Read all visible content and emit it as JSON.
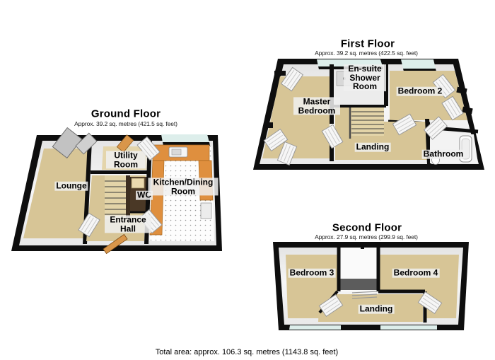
{
  "footer": {
    "total_area": "Total area: approx. 106.3 sq. metres (1143.8 sq. feet)"
  },
  "floors": [
    {
      "id": "ground",
      "title": "Ground Floor",
      "subtitle": "Approx. 39.2 sq. metres (421.5 sq. feet)",
      "rooms": [
        {
          "name": "Lounge"
        },
        {
          "name": "Utility Room"
        },
        {
          "name": "WC"
        },
        {
          "name": "Entrance Hall"
        },
        {
          "name": "Kitchen/Dining Room"
        }
      ]
    },
    {
      "id": "first",
      "title": "First Floor",
      "subtitle": "Approx. 39.2 sq. metres (422.5 sq. feet)",
      "rooms": [
        {
          "name": "Master Bedroom"
        },
        {
          "name": "En-suite Shower Room"
        },
        {
          "name": "Bedroom 2"
        },
        {
          "name": "Landing"
        },
        {
          "name": "Bathroom"
        }
      ]
    },
    {
      "id": "second",
      "title": "Second Floor",
      "subtitle": "Approx. 27.9 sq. metres (299.9 sq. feet)",
      "rooms": [
        {
          "name": "Bedroom 3"
        },
        {
          "name": "Bedroom 4"
        },
        {
          "name": "Landing"
        }
      ]
    }
  ],
  "colors": {
    "wall": "#0e0e0e",
    "floor-tan": "#d7c596",
    "floor-tan-light": "#e4d5ab",
    "floor-dark-brown": "#4a3826",
    "counter-orange": "#df8f3e",
    "door-wood": "#d9964a",
    "window-cyan": "#ddeeeb",
    "stairs": "#e3d4a8",
    "label-bg": "rgba(240,240,240,0.85)"
  }
}
